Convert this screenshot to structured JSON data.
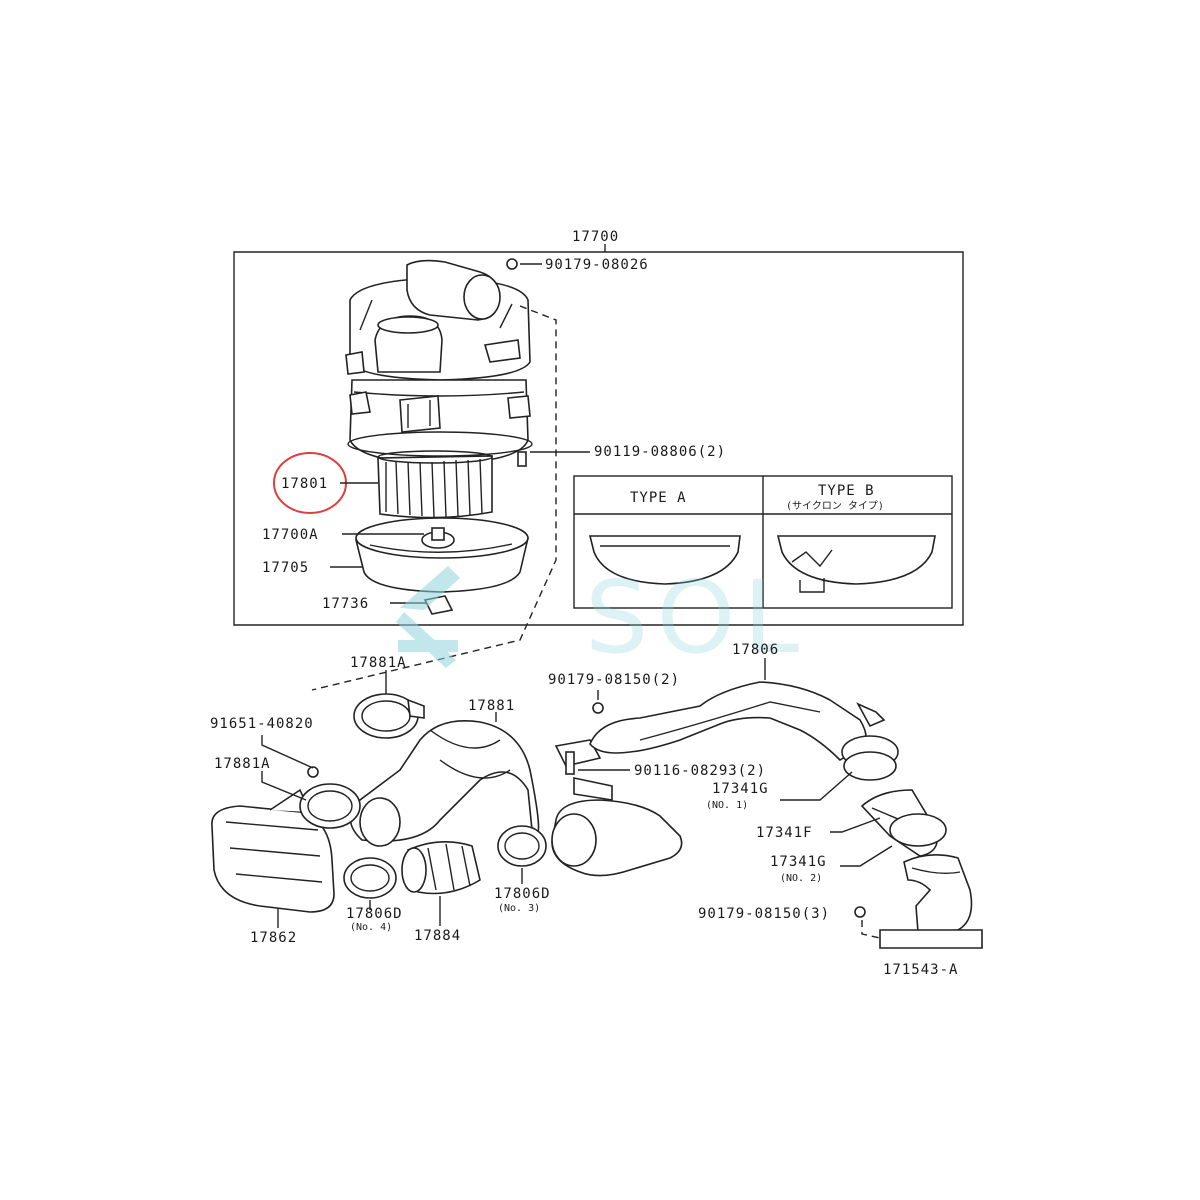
{
  "diagram": {
    "assembly_label": "17700",
    "drawing_number": "171543-A",
    "watermark": "SOL",
    "highlight_color": "#e23b3b",
    "watermark_color": "#8fd3db",
    "inset": {
      "type_a": "TYPE A",
      "type_b": "TYPE B",
      "type_b_note": "(サイクロン タイプ)"
    },
    "callouts": {
      "c_90179_08026": "90179-08026",
      "c_90119_08806": "90119-08806(2)",
      "c_17801": "17801",
      "c_17700a": "17700A",
      "c_17705": "17705",
      "c_17736": "17736",
      "c_17881a_top": "17881A",
      "c_17806": "17806",
      "c_90179_08150_2": "90179-08150(2)",
      "c_91651_40820": "91651-40820",
      "c_17881": "17881",
      "c_17881a_left": "17881A",
      "c_90116_08293": "90116-08293(2)",
      "c_17341g_1": "17341G",
      "c_no1": "(NO. 1)",
      "c_17341f": "17341F",
      "c_17341g_2": "17341G",
      "c_no2": "(NO. 2)",
      "c_17806d_a": "17806D",
      "c_no4": "(No. 4)",
      "c_17884": "17884",
      "c_17806d_b": "17806D",
      "c_no3": "(No. 3)",
      "c_90179_08150_3": "90179-08150(3)",
      "c_17862": "17862"
    }
  }
}
